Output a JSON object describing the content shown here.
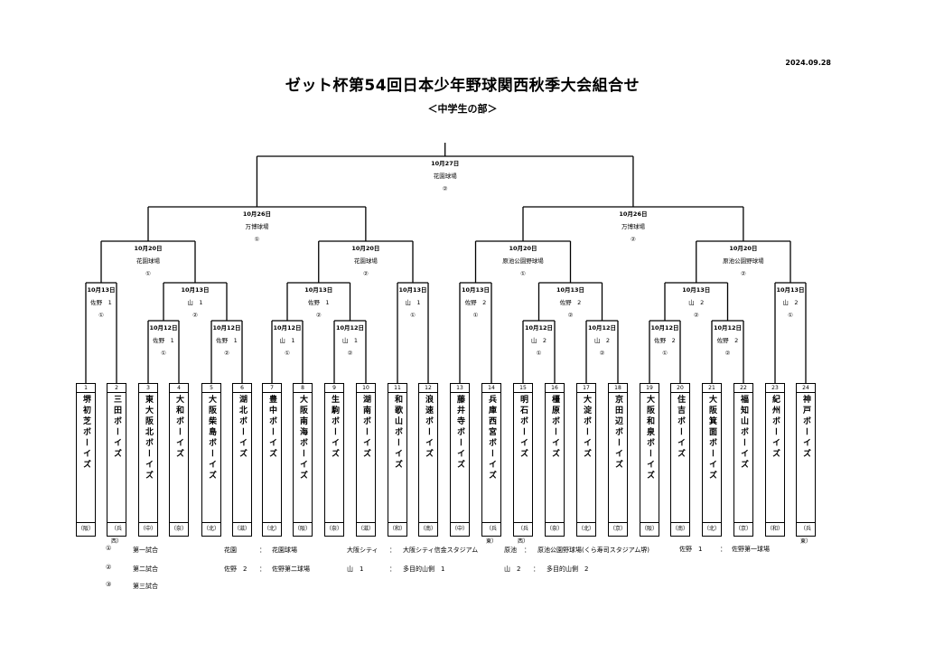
{
  "header": {
    "date": "2024.09.28",
    "title": "ゼット杯第54回日本少年野球関西秋季大会組合せ",
    "subtitle": "＜中学生の部＞"
  },
  "teams": [
    {
      "num": "1",
      "name": "堺初芝ボーイズ",
      "region": "（阪）"
    },
    {
      "num": "2",
      "name": "三田ボーイズ",
      "region": "（兵西）"
    },
    {
      "num": "3",
      "name": "東大阪北ボーイズ",
      "region": "（中）"
    },
    {
      "num": "4",
      "name": "大和ボーイズ",
      "region": "（奈）"
    },
    {
      "num": "5",
      "name": "大阪柴島ボーイズ",
      "region": "（北）"
    },
    {
      "num": "6",
      "name": "湖北ボーイズ",
      "region": "（滋）"
    },
    {
      "num": "7",
      "name": "豊中ボーイズ",
      "region": "（北）"
    },
    {
      "num": "8",
      "name": "大阪南海ボーイズ",
      "region": "（阪）"
    },
    {
      "num": "9",
      "name": "生駒ボーイズ",
      "region": "（奈）"
    },
    {
      "num": "10",
      "name": "湖南ボーイズ",
      "region": "（滋）"
    },
    {
      "num": "11",
      "name": "和歌山ボーイズ",
      "region": "（和）"
    },
    {
      "num": "12",
      "name": "浪速ボーイズ",
      "region": "（南）"
    },
    {
      "num": "13",
      "name": "藤井寺ボーイズ",
      "region": "（中）"
    },
    {
      "num": "14",
      "name": "兵庫西宮ボーイズ",
      "region": "（兵東）"
    },
    {
      "num": "15",
      "name": "明石ボーイズ",
      "region": "（兵西）"
    },
    {
      "num": "16",
      "name": "橿原ボーイズ",
      "region": "（奈）"
    },
    {
      "num": "17",
      "name": "大淀ボーイズ",
      "region": "（北）"
    },
    {
      "num": "18",
      "name": "京田辺ボーイズ",
      "region": "（京）"
    },
    {
      "num": "19",
      "name": "大阪和泉ボーイズ",
      "region": "（阪）"
    },
    {
      "num": "20",
      "name": "住吉ボーイズ",
      "region": "（南）"
    },
    {
      "num": "21",
      "name": "大阪箕面ボーイズ",
      "region": "（北）"
    },
    {
      "num": "22",
      "name": "福知山ボーイズ",
      "region": "（京）"
    },
    {
      "num": "23",
      "name": "紀州ボーイズ",
      "region": "（和）"
    },
    {
      "num": "24",
      "name": "神戸ボーイズ",
      "region": "（兵東）"
    }
  ],
  "matches": [
    {
      "date": "10月12日",
      "venue": "佐野　1",
      "game": "①"
    },
    {
      "date": "10月12日",
      "venue": "佐野　1",
      "game": "②"
    },
    {
      "date": "10月12日",
      "venue": "山　1",
      "game": "①"
    },
    {
      "date": "10月12日",
      "venue": "山　1",
      "game": "②"
    },
    {
      "date": "10月12日",
      "venue": "山　2",
      "game": "①"
    },
    {
      "date": "10月12日",
      "venue": "山　2",
      "game": "②"
    },
    {
      "date": "10月12日",
      "venue": "佐野　2",
      "game": "①"
    },
    {
      "date": "10月12日",
      "venue": "佐野　2",
      "game": "②"
    },
    {
      "date": "10月13日",
      "venue": "佐野　1",
      "game": "①"
    },
    {
      "date": "10月13日",
      "venue": "山　1",
      "game": "②"
    },
    {
      "date": "10月13日",
      "venue": "佐野　1",
      "game": "②"
    },
    {
      "date": "10月13日",
      "venue": "山　1",
      "game": "①"
    },
    {
      "date": "10月13日",
      "venue": "佐野　2",
      "game": "①"
    },
    {
      "date": "10月13日",
      "venue": "佐野　2",
      "game": "②"
    },
    {
      "date": "10月13日",
      "venue": "山　2",
      "game": "②"
    },
    {
      "date": "10月13日",
      "venue": "山　2",
      "game": "①"
    },
    {
      "date": "10月20日",
      "venue": "花園球場",
      "game": "①"
    },
    {
      "date": "10月20日",
      "venue": "花園球場",
      "game": "②"
    },
    {
      "date": "10月20日",
      "venue": "原池公園野球場",
      "game": "①"
    },
    {
      "date": "10月20日",
      "venue": "原池公園野球場",
      "game": "②"
    },
    {
      "date": "10月26日",
      "venue": "万博球場",
      "game": "①"
    },
    {
      "date": "10月26日",
      "venue": "万博球場",
      "game": "②"
    },
    {
      "date": "10月27日",
      "venue": "花園球場",
      "game": "②"
    }
  ],
  "legend": {
    "games": [
      {
        "mark": "①",
        "label": "第一試合"
      },
      {
        "mark": "②",
        "label": "第二試合"
      },
      {
        "mark": "③",
        "label": "第三試合"
      }
    ],
    "venues": [
      {
        "abbr": "花園",
        "sep": "：",
        "full": "花園球場"
      },
      {
        "abbr": "大阪シティ",
        "sep": "：",
        "full": "大阪シティ信金スタジアム"
      },
      {
        "abbr": "原池",
        "sep": "：",
        "full": "原池公園野球場(くら寿司スタジアム堺)"
      },
      {
        "abbr": "佐野　1",
        "sep": "：",
        "full": "佐野第一球場"
      },
      {
        "abbr": "佐野　2",
        "sep": "：",
        "full": "佐野第二球場"
      },
      {
        "abbr": "山　1",
        "sep": "：",
        "full": "多目的山側　1"
      },
      {
        "abbr": "山　2",
        "sep": "：",
        "full": "多目的山側　2"
      }
    ]
  }
}
